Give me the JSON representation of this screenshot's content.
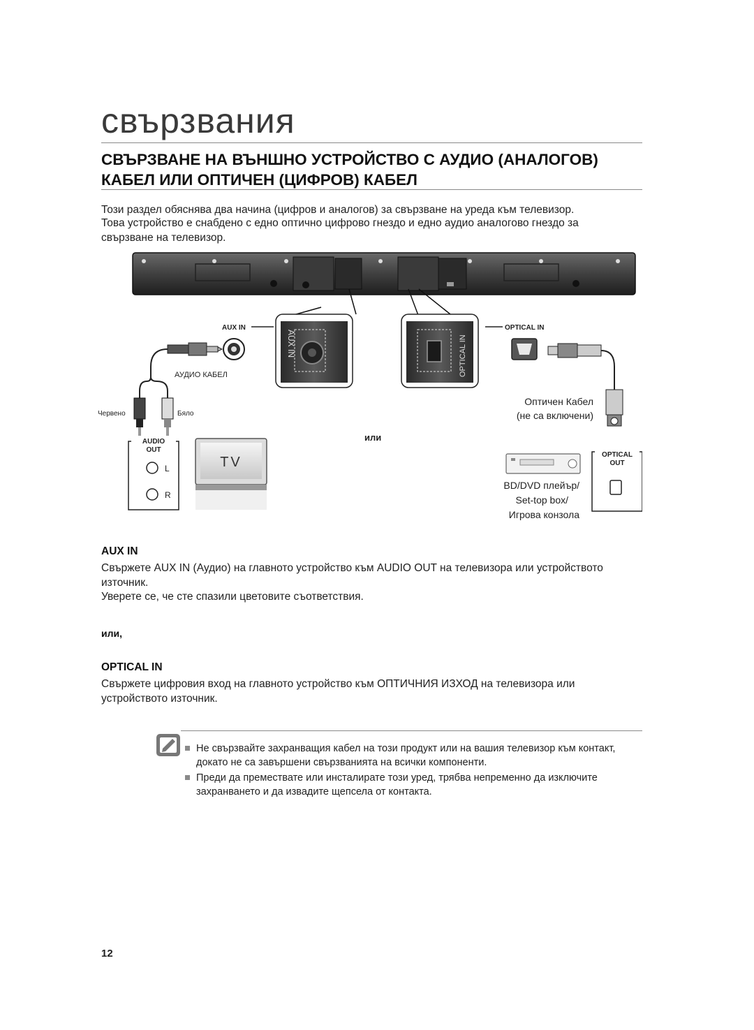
{
  "chapter_title": "свързвания",
  "section_title": "СВЪРЗВАНЕ НА ВЪНШНО УСТРОЙСТВО С АУДИО (АНАЛОГОВ) КАБЕЛ ИЛИ ОПТИЧЕН (ЦИФРОВ) КАБЕЛ",
  "intro": [
    "Този раздел обяснява два начина (цифров и аналогов) за свързване на уреда към телевизор.",
    "Това устройство е снабдено с едно оптично цифрово гнездо и едно аудио аналогово гнездо за свързване на телевизор."
  ],
  "diagram": {
    "aux_in_label": "AUX IN",
    "optical_in_label": "OPTICAL IN",
    "aux_in_vertical": "AUX IN",
    "optical_in_vertical": "OPTICAL IN",
    "audio_cable": "АУДИО КАБЕЛ",
    "red": "Червено",
    "white": "Бяло",
    "audio_out": "AUDIO OUT",
    "audio_out_line1": "AUDIO",
    "audio_out_line2": "OUT",
    "left": "L",
    "right": "R",
    "tv": "TV",
    "or": "или",
    "optical_cable_line1": "Оптичен Кабел",
    "optical_cable_line2": "(не са включени)",
    "optical_out_line1": "OPTICAL",
    "optical_out_line2": "OUT",
    "player_line1": "BD/DVD плейър/",
    "player_line2": "Set-top box/",
    "player_line3": "Игрова конзола"
  },
  "aux": {
    "heading": "AUX IN",
    "text1": "Свържете AUX IN (Аудио) на главното устройство към AUDIO OUT на телевизора или устройството източник.",
    "text2": "Уверете се, че сте спазили цветовите съответствия."
  },
  "or_label": "или,",
  "optical": {
    "heading": "OPTICAL IN",
    "text": "Свържете цифровия вход на главното устройство към ОПТИЧНИЯ ИЗХОД на телевизора или устройството източник."
  },
  "notes": [
    "Не свързвайте захранващия кабел на този продукт или на вашия телевизор към контакт, докато не са завършени свързванията на всички компоненти.",
    "Преди да премествате или инсталирате този уред, трябва непременно да изключите захранването и да извадите щепсела от контакта."
  ],
  "page_number": "12"
}
